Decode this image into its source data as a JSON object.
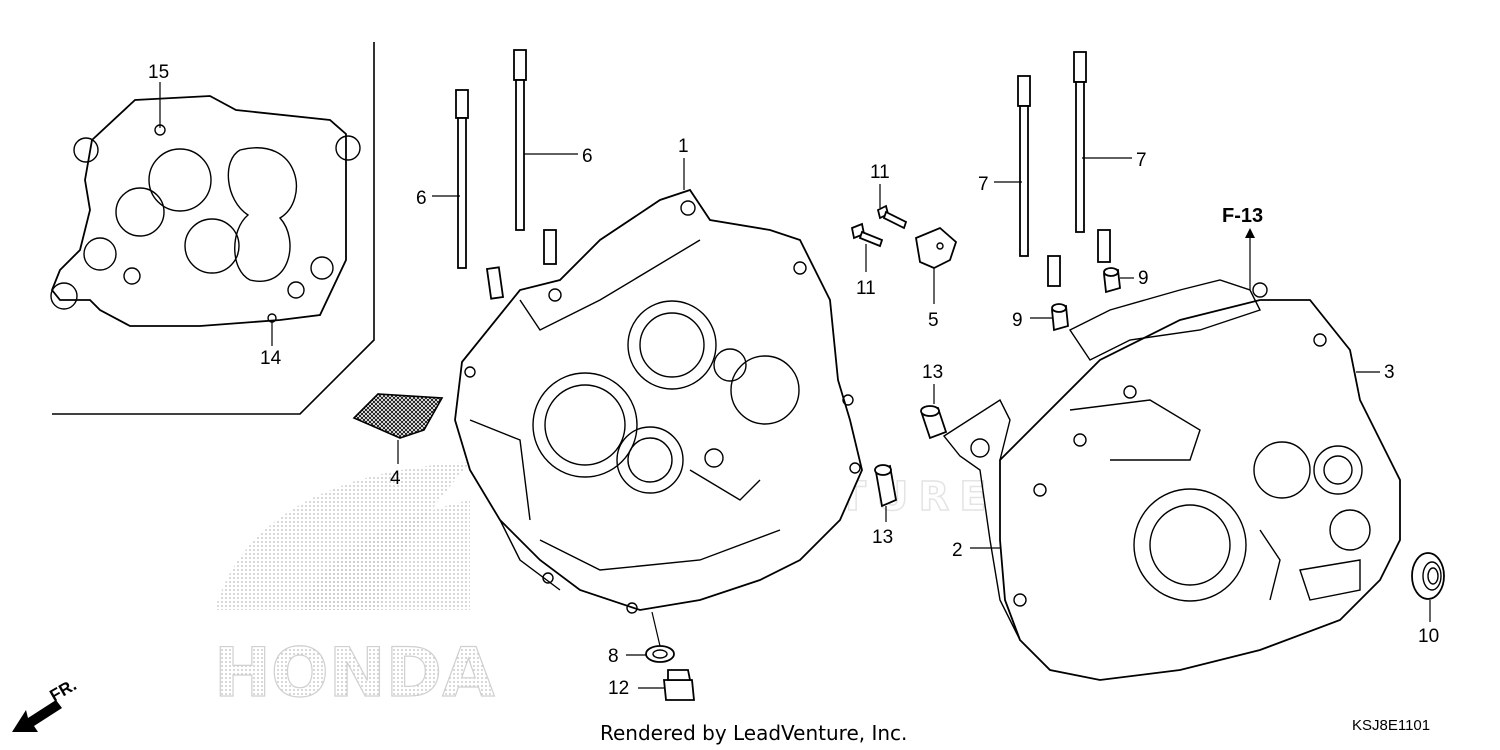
{
  "callouts": {
    "c1": "1",
    "c2": "2",
    "c3": "3",
    "c4": "4",
    "c5": "5",
    "c6a": "6",
    "c6b": "6",
    "c7a": "7",
    "c7b": "7",
    "c8": "8",
    "c9a": "9",
    "c9b": "9",
    "c10": "10",
    "c11a": "11",
    "c11b": "11",
    "c12": "12",
    "c13a": "13",
    "c13b": "13",
    "c14": "14",
    "c15": "15"
  },
  "reference": "F-13",
  "front_marker": "FR.",
  "watermark_logo": "HONDA",
  "watermark_brand": "LEADVENTURE",
  "credit": "Rendered by LeadVenture, Inc.",
  "diagram_code": "KSJ8E1101"
}
